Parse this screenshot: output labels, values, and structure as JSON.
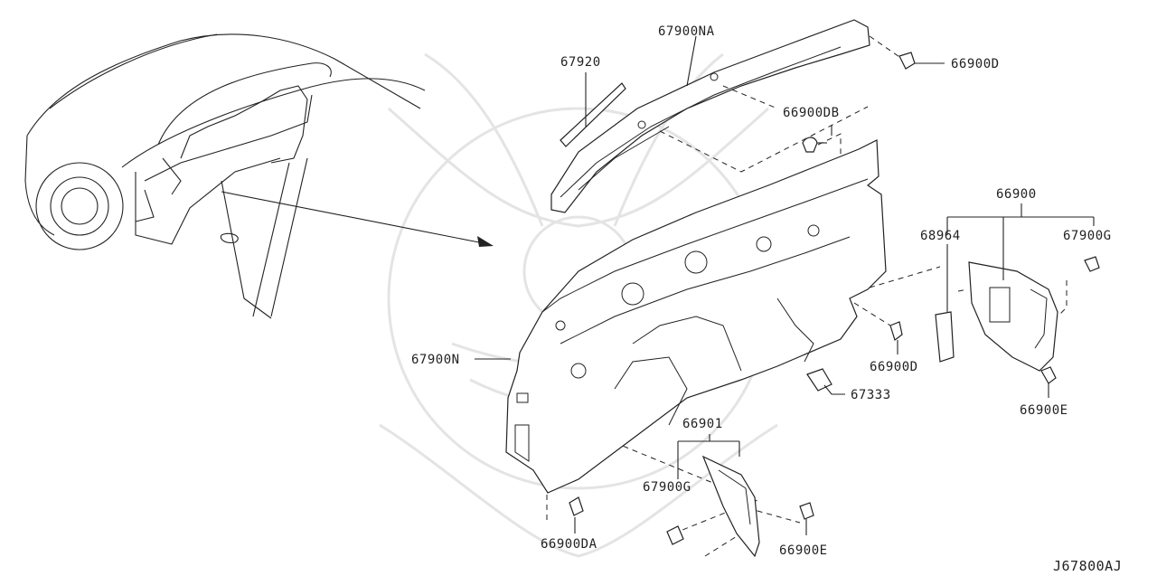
{
  "diagram": {
    "diagram_code": "J67800AJ",
    "labels": {
      "p67920": "67920",
      "p67900NA": "67900NA",
      "p66900D_top": "66900D",
      "p66900DB": "66900DB",
      "p66900": "66900",
      "p68964": "68964",
      "p67900G_right": "67900G",
      "p67900N": "67900N",
      "p66900D_mid": "66900D",
      "p67333": "67333",
      "p66900E_right": "66900E",
      "p66901": "66901",
      "p67900G_bottom": "67900G",
      "p66900DA": "66900DA",
      "p66900E_bottom": "66900E"
    }
  }
}
